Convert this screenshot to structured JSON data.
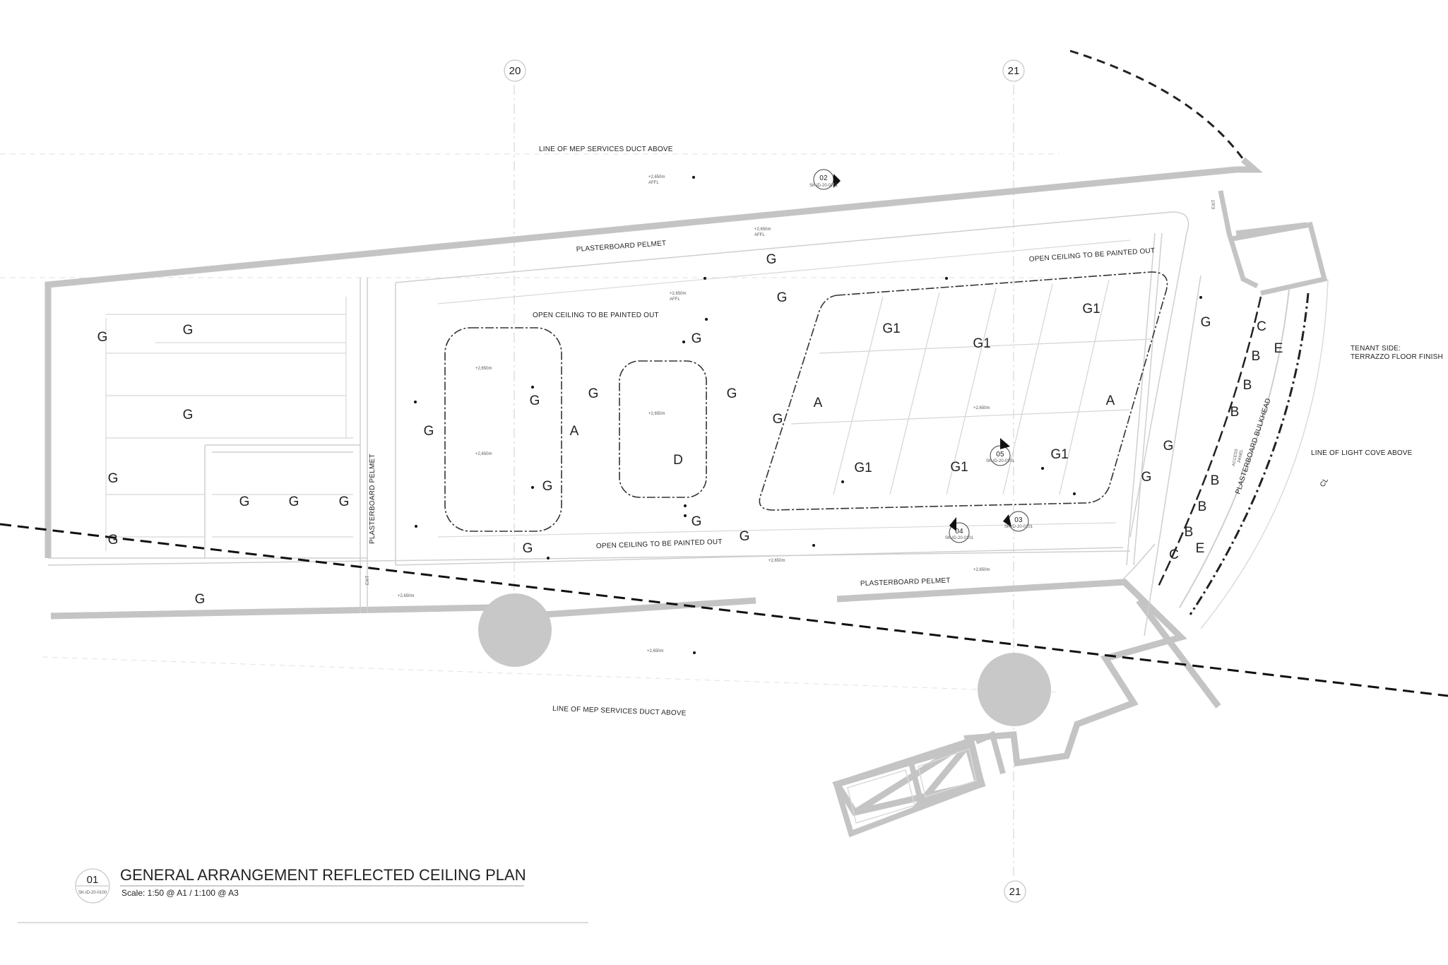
{
  "grid_labels": {
    "top_20": "20",
    "top_21": "21",
    "bottom_21": "21"
  },
  "notes": {
    "mep_top": "LINE OF MEP SERVICES DUCT ABOVE",
    "mep_bottom": "LINE OF MEP SERVICES DUCT ABOVE",
    "open_ceiling_1": "OPEN CEILING TO BE PAINTED OUT",
    "open_ceiling_2": "OPEN CEILING TO BE PAINTED OUT",
    "open_ceiling_3": "OPEN CEILING TO BE PAINTED OUT",
    "pelmet_top": "PLASTERBOARD PELMET",
    "pelmet_bottom": "PLASTERBOARD PELMET",
    "pelmet_vertical": "PLASTERBOARD PELMET",
    "bulkhead": "PLASTERBOARD BULKHEAD",
    "tenant_side_1": "TENANT SIDE:",
    "tenant_side_2": "TERRAZZO FLOOR FINISH",
    "light_cove": "LINE OF LIGHT COVE ABOVE",
    "cl": "CL",
    "access_panel_1": "ACCESS",
    "access_panel_2": "PANEL",
    "exit_1": "EXIT",
    "exit_2": "EXIT"
  },
  "section_markers": [
    {
      "num": "02",
      "ref": "SK-ID-20-0101"
    },
    {
      "num": "05",
      "ref": "SK-ID-20-0101"
    },
    {
      "num": "04",
      "ref": "SK-ID-20-0101"
    },
    {
      "num": "03",
      "ref": "SK-ID-20-0101"
    }
  ],
  "level_text": "+2,650m",
  "afl_text": "AFFL",
  "tags": {
    "G": "G",
    "G1": "G1",
    "A": "A",
    "B": "B",
    "C": "C",
    "D": "D",
    "E": "E"
  },
  "title_block": {
    "number": "01",
    "ref": "SK-ID-20-0100",
    "title": "GENERAL ARRANGEMENT REFLECTED CEILING PLAN",
    "scale": "Scale: 1:50 @ A1 / 1:100 @ A3"
  }
}
